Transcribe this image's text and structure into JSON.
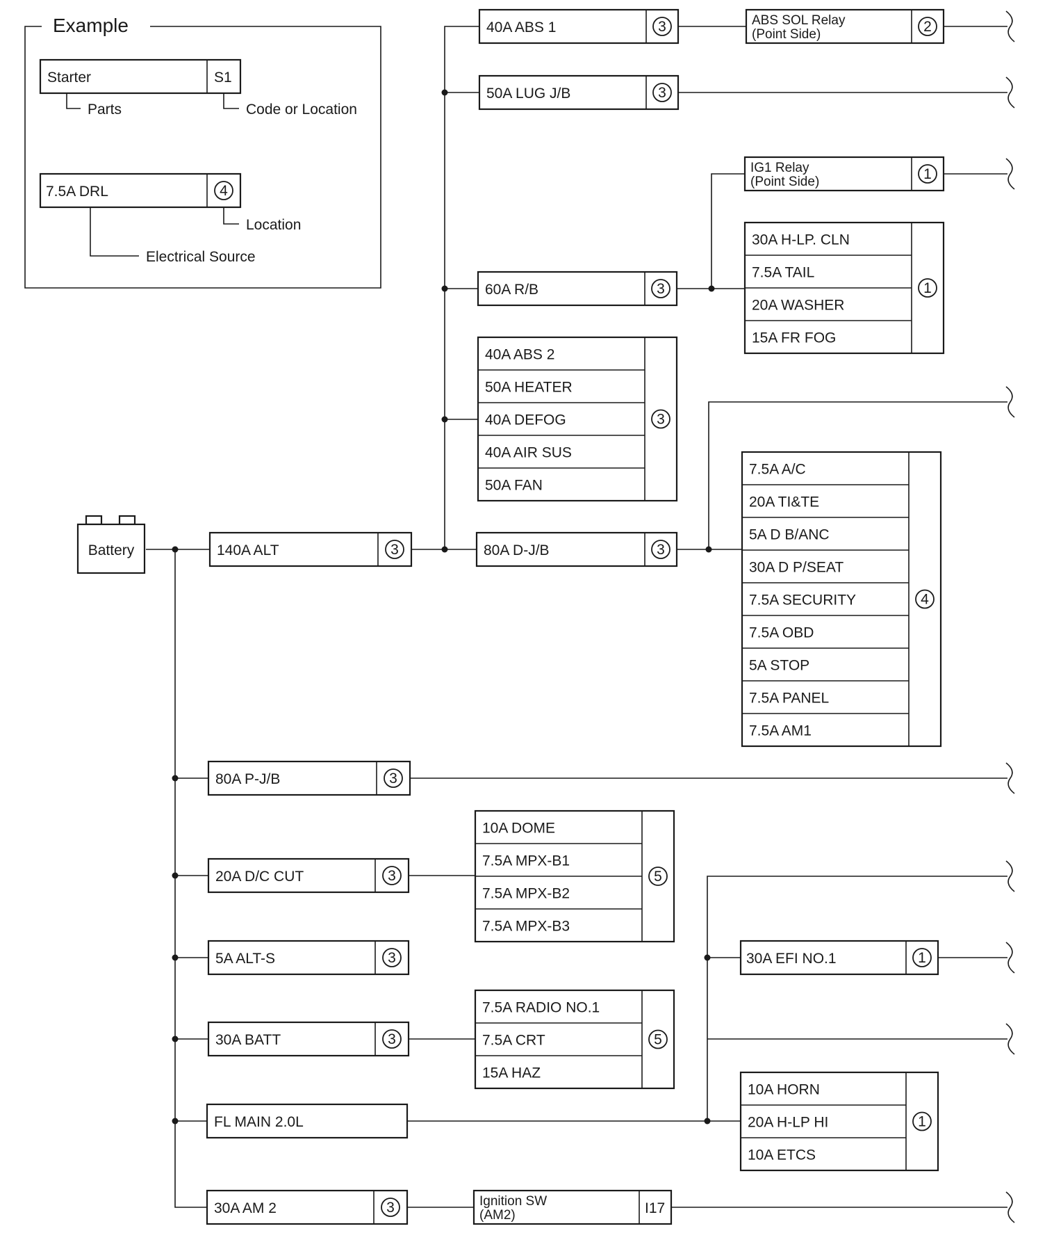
{
  "example": {
    "title": "Example",
    "part_name": "Starter",
    "part_code": "S1",
    "parts_label": "Parts",
    "code_label": "Code or Location",
    "fuse_name": "7.5A DRL",
    "fuse_location": "4",
    "location_label": "Location",
    "source_label": "Electrical Source"
  },
  "battery": {
    "label": "Battery"
  },
  "fuses": {
    "alt140": {
      "label": "140A ALT",
      "loc": "3"
    },
    "abs1": {
      "label": "40A ABS 1",
      "loc": "3"
    },
    "lugjb": {
      "label": "50A LUG J/B",
      "loc": "3"
    },
    "rb60": {
      "label": "60A R/B",
      "loc": "3"
    },
    "djb80": {
      "label": "80A D-J/B",
      "loc": "3"
    },
    "pjb80": {
      "label": "80A P-J/B",
      "loc": "3"
    },
    "dccut": {
      "label": "20A D/C CUT",
      "loc": "3"
    },
    "alts": {
      "label": "5A ALT-S",
      "loc": "3"
    },
    "batt": {
      "label": "30A BATT",
      "loc": "3"
    },
    "flmain": {
      "label": "FL MAIN 2.0L"
    },
    "am2": {
      "label": "30A AM 2",
      "loc": "3"
    },
    "efi1": {
      "label": "30A EFI NO.1",
      "loc": "1"
    }
  },
  "relays": {
    "abssol": {
      "line1": "ABS SOL Relay",
      "line2": "(Point Side)",
      "loc": "2"
    },
    "ig1": {
      "line1": "IG1 Relay",
      "line2": "(Point Side)",
      "loc": "1"
    },
    "ignsw": {
      "line1": "Ignition SW",
      "line2": "(AM2)",
      "code": "I17"
    }
  },
  "groups": {
    "rb_group": {
      "loc": "1",
      "items": [
        "30A H-LP. CLN",
        "7.5A TAIL",
        "20A WASHER",
        "15A FR FOG"
      ]
    },
    "abs2_group": {
      "loc": "3",
      "items": [
        "40A ABS 2",
        "50A HEATER",
        "40A DEFOG",
        "40A AIR SUS",
        "50A FAN"
      ]
    },
    "djb_group": {
      "loc": "4",
      "items": [
        "7.5A A/C",
        "20A TI&TE",
        "5A D B/ANC",
        "30A D P/SEAT",
        "7.5A SECURITY",
        "7.5A OBD",
        "5A STOP",
        "7.5A PANEL",
        "7.5A AM1"
      ]
    },
    "dome_group": {
      "loc": "5",
      "items": [
        "10A DOME",
        "7.5A MPX-B1",
        "7.5A MPX-B2",
        "7.5A MPX-B3"
      ]
    },
    "radio_group": {
      "loc": "5",
      "items": [
        "7.5A RADIO NO.1",
        "7.5A CRT",
        "15A HAZ"
      ]
    },
    "horn_group": {
      "loc": "1",
      "items": [
        "10A HORN",
        "20A H-LP HI",
        "10A ETCS"
      ]
    }
  }
}
